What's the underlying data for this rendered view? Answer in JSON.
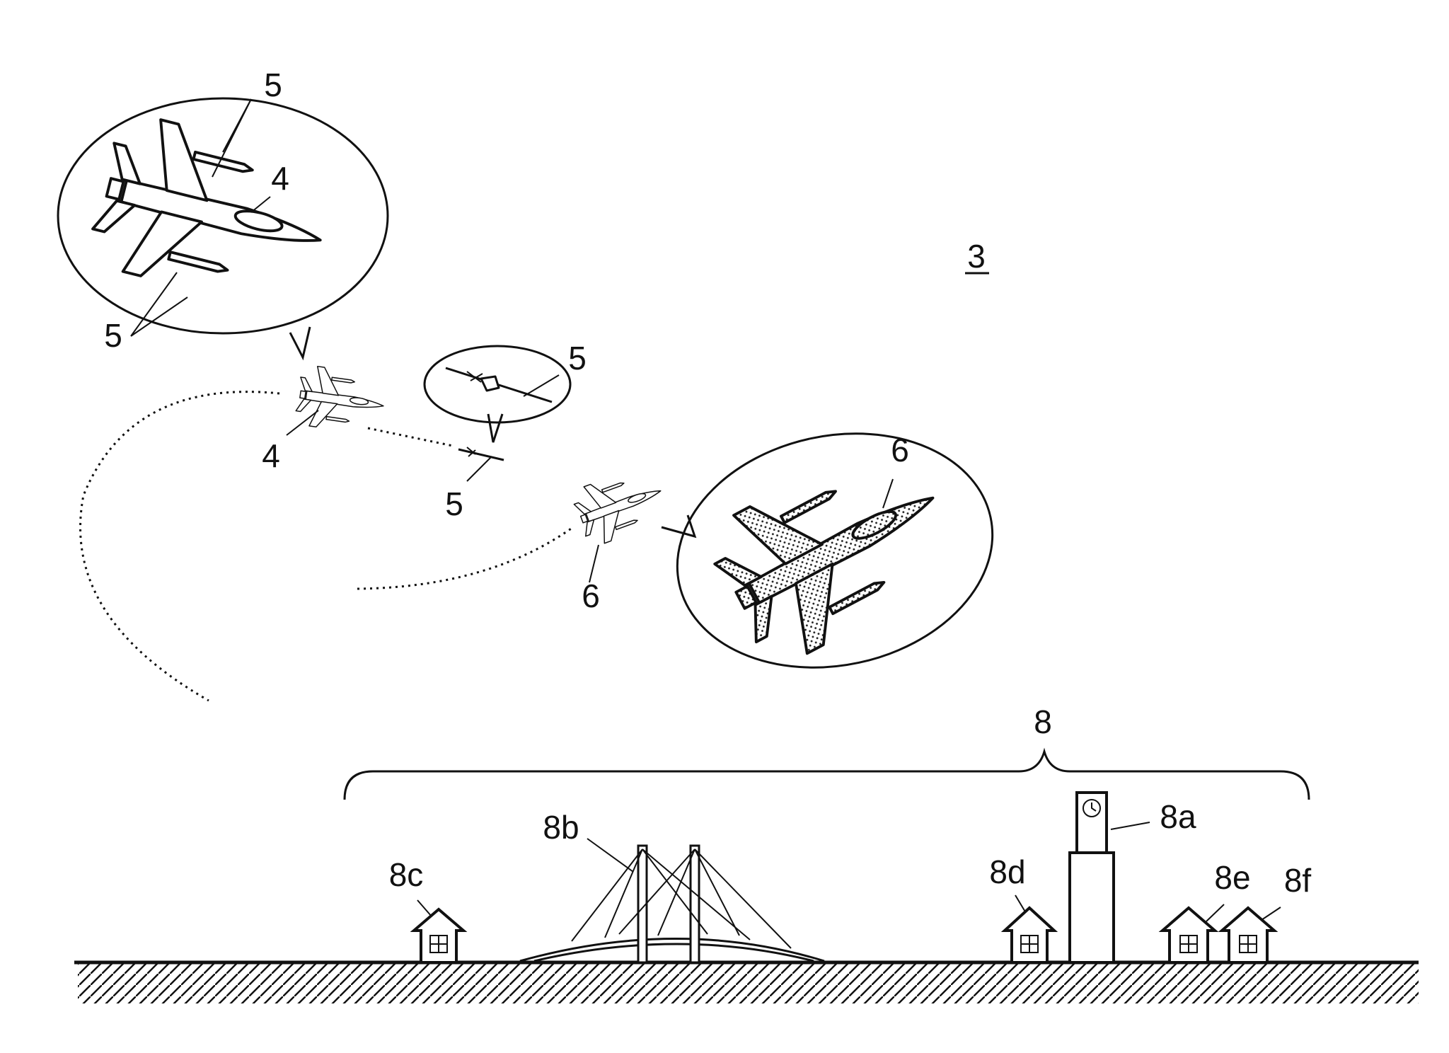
{
  "figure": {
    "figure_number": "3",
    "callouts": {
      "fighter_zoom_missiles_top": "5",
      "fighter_zoom_body": "4",
      "fighter_zoom_missiles_bottom": "5",
      "missile_zoom": "5",
      "fighter_small": "4",
      "missile_small": "5",
      "enemy_zoom": "6",
      "enemy_small": "6",
      "ground_group": "8",
      "tower": "8a",
      "bridge": "8b",
      "house_c": "8c",
      "house_d": "8d",
      "house_e": "8e",
      "house_f": "8f"
    }
  }
}
